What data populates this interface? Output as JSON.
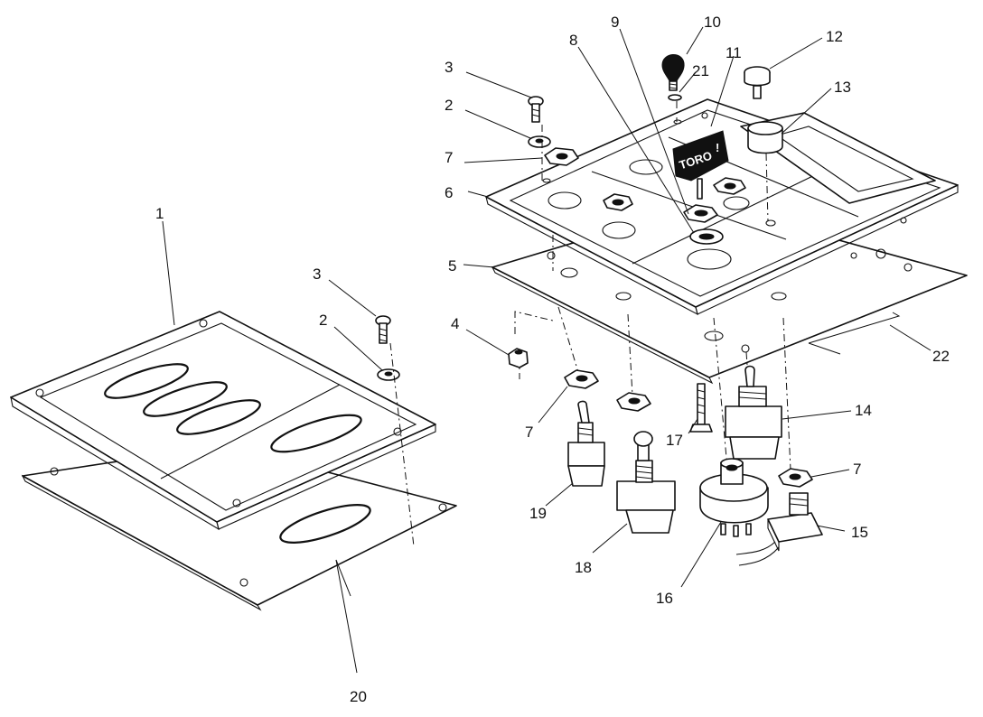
{
  "diagram": {
    "callouts": [
      "1",
      "2",
      "3",
      "4",
      "5",
      "6",
      "7",
      "8",
      "9",
      "10",
      "11",
      "12",
      "13",
      "14",
      "15",
      "16",
      "17",
      "18",
      "19",
      "20",
      "21",
      "22"
    ],
    "key_brand": "TORO"
  }
}
